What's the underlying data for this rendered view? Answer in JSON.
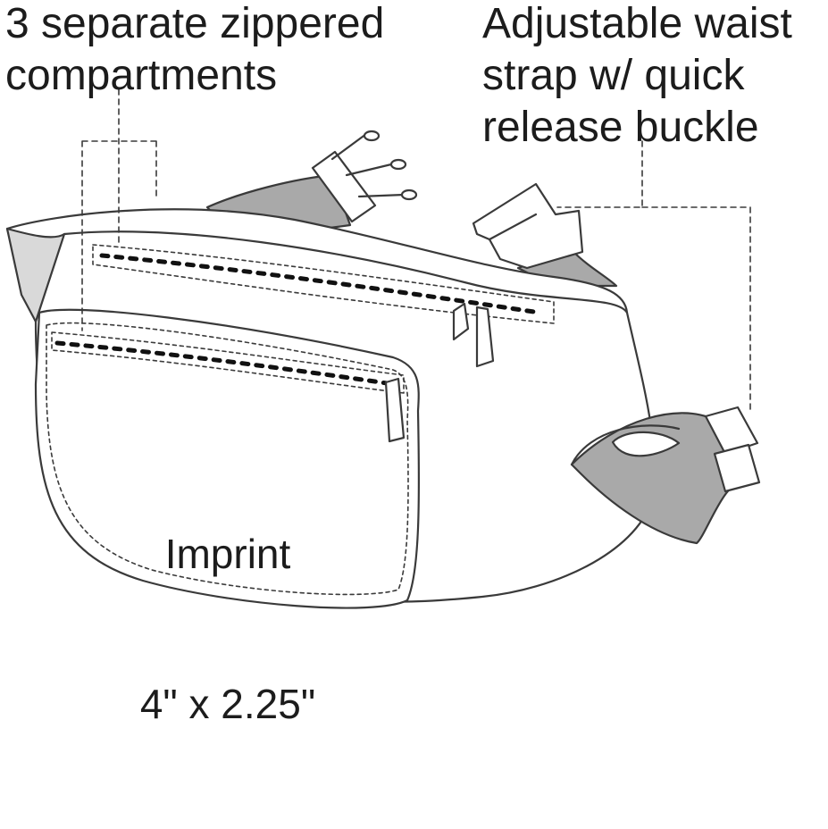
{
  "callouts": {
    "compartments": "3 separate zippered\ncompartments",
    "strap": "Adjustable waist\nstrap w/ quick\nrelease buckle"
  },
  "imprint": {
    "label": "Imprint",
    "size": "4\" x 2.25\""
  },
  "colors": {
    "outline": "#3a3a3a",
    "strap_fill": "#a9a9a9",
    "bag_fill": "#ffffff",
    "zipper_teeth": "#111111",
    "text": "#1c1c1c"
  }
}
